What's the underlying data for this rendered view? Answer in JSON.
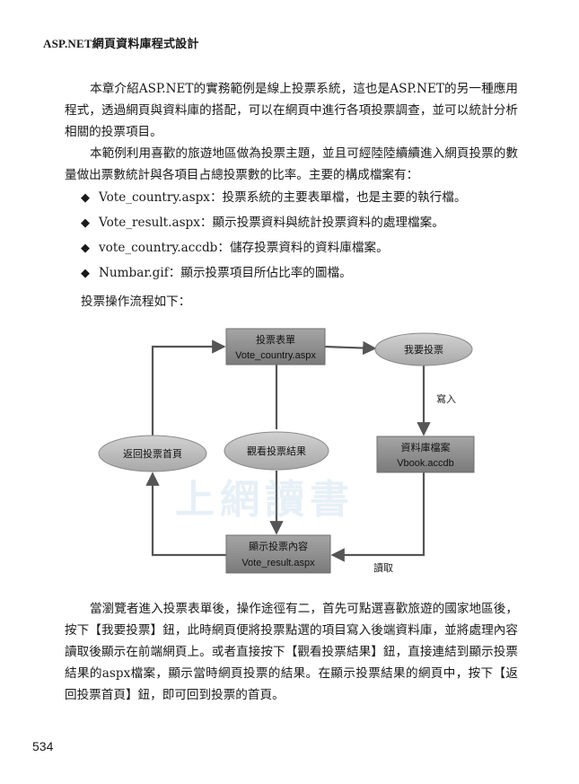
{
  "header": {
    "title": "ASP.NET網頁資料庫程式設計"
  },
  "intro": {
    "p1": "本章介紹ASP.NET的實務範例是線上投票系統，這也是ASP.NET的另一種應用程式，透過網頁與資料庫的搭配，可以在網頁中進行各項投票調查，並可以統計分析相關的投票項目。",
    "p2": "本範例利用喜歡的旅遊地區做為投票主題，並且可經陸陸續續進入網頁投票的數量做出票數統計與各項目占總投票數的比率。主要的構成檔案有："
  },
  "bullets": [
    {
      "symbol": "◆",
      "text": "Vote_country.aspx：投票系統的主要表單檔，也是主要的執行檔。"
    },
    {
      "symbol": "◆",
      "text": "Vote_result.aspx：顯示投票資料與統計投票資料的處理檔案。"
    },
    {
      "symbol": "◆",
      "text": "vote_country.accdb：儲存投票資料的資料庫檔案。"
    },
    {
      "symbol": "◆",
      "text": "Numbar.gif：顯示投票項目所佔比率的圖檔。"
    }
  ],
  "flow_intro": "投票操作流程如下：",
  "diagram": {
    "form_title": "投票表單",
    "form_file": "Vote_country.aspx",
    "vote": "我要投票",
    "write_label": "寫入",
    "db_title": "資料庫檔案",
    "db_file": "Vbook.accdb",
    "back": "返回投票首頁",
    "view": "觀看投票結果",
    "result_title": "顯示投票內容",
    "result_file": "Vote_result.aspx",
    "read_label": "讀取",
    "box_color": "#8c8c8c",
    "ellipse_color": "#b5b5b5"
  },
  "outro": {
    "p3": "當瀏覽者進入投票表單後，操作途徑有二，首先可點選喜歡旅遊的國家地區後，按下【我要投票】鈕，此時網頁便將投票點選的項目寫入後端資料庫，並將處理內容讀取後顯示在前端網頁上。或者直接按下【觀看投票結果】鈕，直接連結到顯示投票結果的aspx檔案，顯示當時網頁投票的結果。在顯示投票結果的網頁中，按下【返回投票首頁】鈕，即可回到投票的首頁。"
  },
  "footer": {
    "page_number": "534"
  },
  "watermark": "上網讀書"
}
